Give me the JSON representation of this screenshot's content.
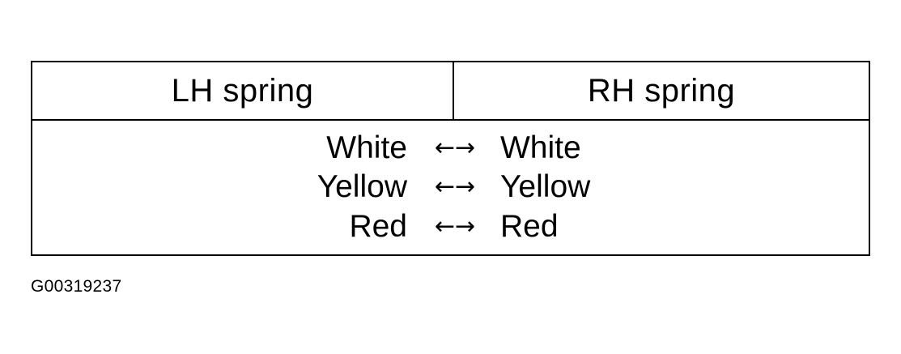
{
  "table": {
    "headers": {
      "left": "LH spring",
      "right": "RH spring"
    },
    "rows": [
      {
        "left": "White",
        "arrow": "←→",
        "right": "White"
      },
      {
        "left": "Yellow",
        "arrow": "←→",
        "right": "Yellow"
      },
      {
        "left": "Red",
        "arrow": "←→",
        "right": "Red"
      }
    ]
  },
  "figure_id": "G00319237"
}
